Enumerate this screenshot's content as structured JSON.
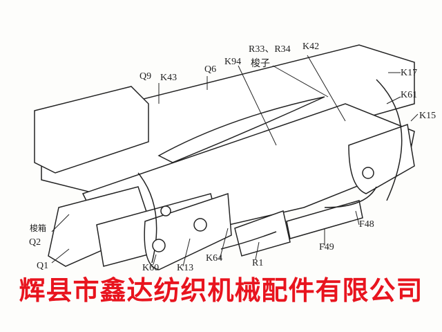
{
  "diagram": {
    "labels": {
      "q9": "Q9",
      "k43": "K43",
      "q6": "Q6",
      "k94": "K94",
      "r33_r34": "R33、R34",
      "k42": "K42",
      "shuttle": "梭子",
      "k17": "K17",
      "k61": "K61",
      "k15": "K15",
      "shuttle_box": "梭箱",
      "q2": "Q2",
      "q1": "Q1",
      "k60": "K60",
      "k13": "K13",
      "k64": "K64",
      "r1": "R1",
      "f49": "F49",
      "f48": "F48"
    },
    "banner": "辉县市鑫达纺织机械配件有限公司",
    "colors": {
      "banner": "#e8141e",
      "line": "#222222"
    }
  }
}
